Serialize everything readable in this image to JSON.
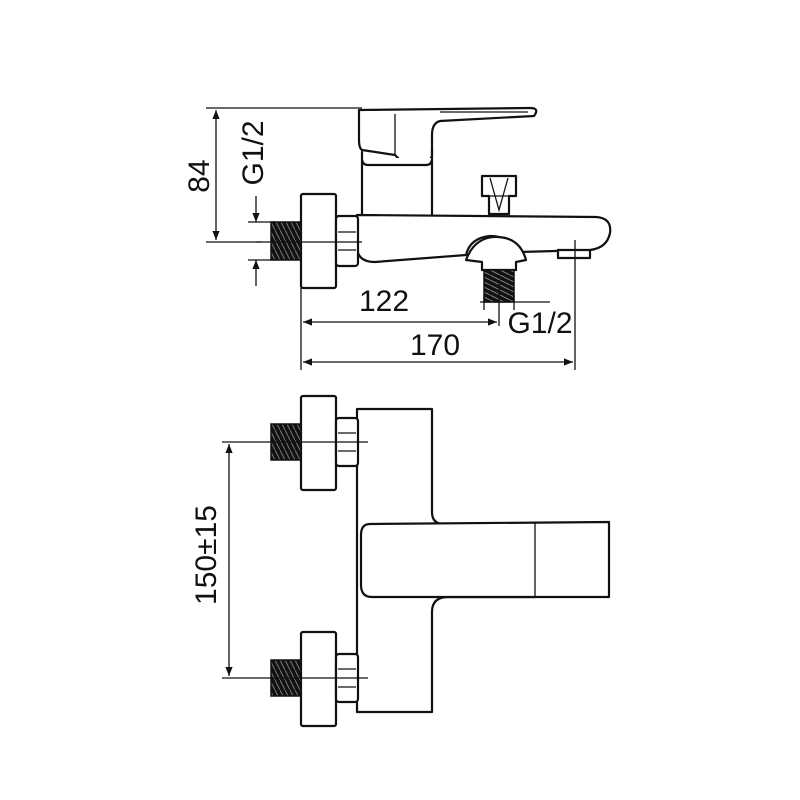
{
  "dimensions": {
    "height_total": "84",
    "inlet_thread": "G1/2",
    "outlet_thread": "G1/2",
    "inlet_to_outlet": "122",
    "total_length": "170",
    "center_distance": "150±15"
  }
}
